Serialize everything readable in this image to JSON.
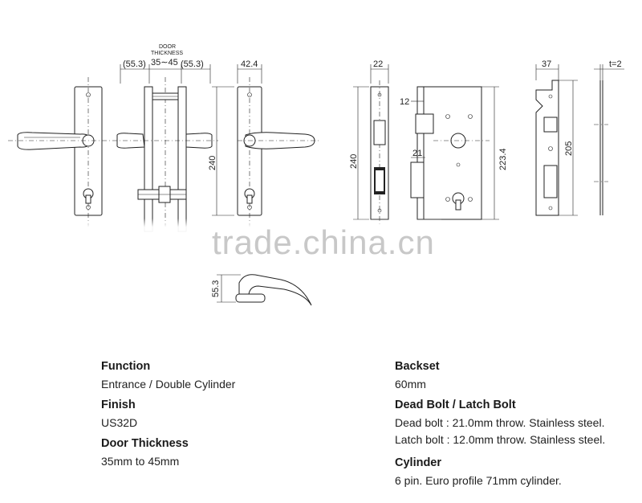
{
  "dimensions": {
    "door_thickness_label_1": "DOOR",
    "door_thickness_label_2": "THICKNESS",
    "left_offset": "(55.3)",
    "thickness_range": "35∼45",
    "right_offset": "(55.3)",
    "plate_width": "42.4",
    "plate_height_front": "240",
    "plate_height_side": "240",
    "lock_case_depth": "22",
    "latch_throw": "12",
    "bolt_throw": "21",
    "lock_case_height": "223.4",
    "strike_width": "37",
    "strike_thickness": "t=2",
    "strike_height": "205",
    "handle_height": "55.3"
  },
  "watermark": "trade.china.cn",
  "specs": {
    "function_label": "Function",
    "function_value": "Entrance / Double Cylinder",
    "finish_label": "Finish",
    "finish_value": "US32D",
    "door_label": "Door Thickness",
    "door_value": "35mm to 45mm",
    "backset_label": "Backset",
    "backset_value": "60mm",
    "bolt_label": "Dead Bolt / Latch Bolt",
    "bolt_value_1": "Dead bolt : 21.0mm throw. Stainless steel.",
    "bolt_value_2": "Latch bolt : 12.0mm throw. Stainless steel.",
    "cylinder_label": "Cylinder",
    "cylinder_value": "6 pin. Euro profile 71mm cylinder."
  }
}
